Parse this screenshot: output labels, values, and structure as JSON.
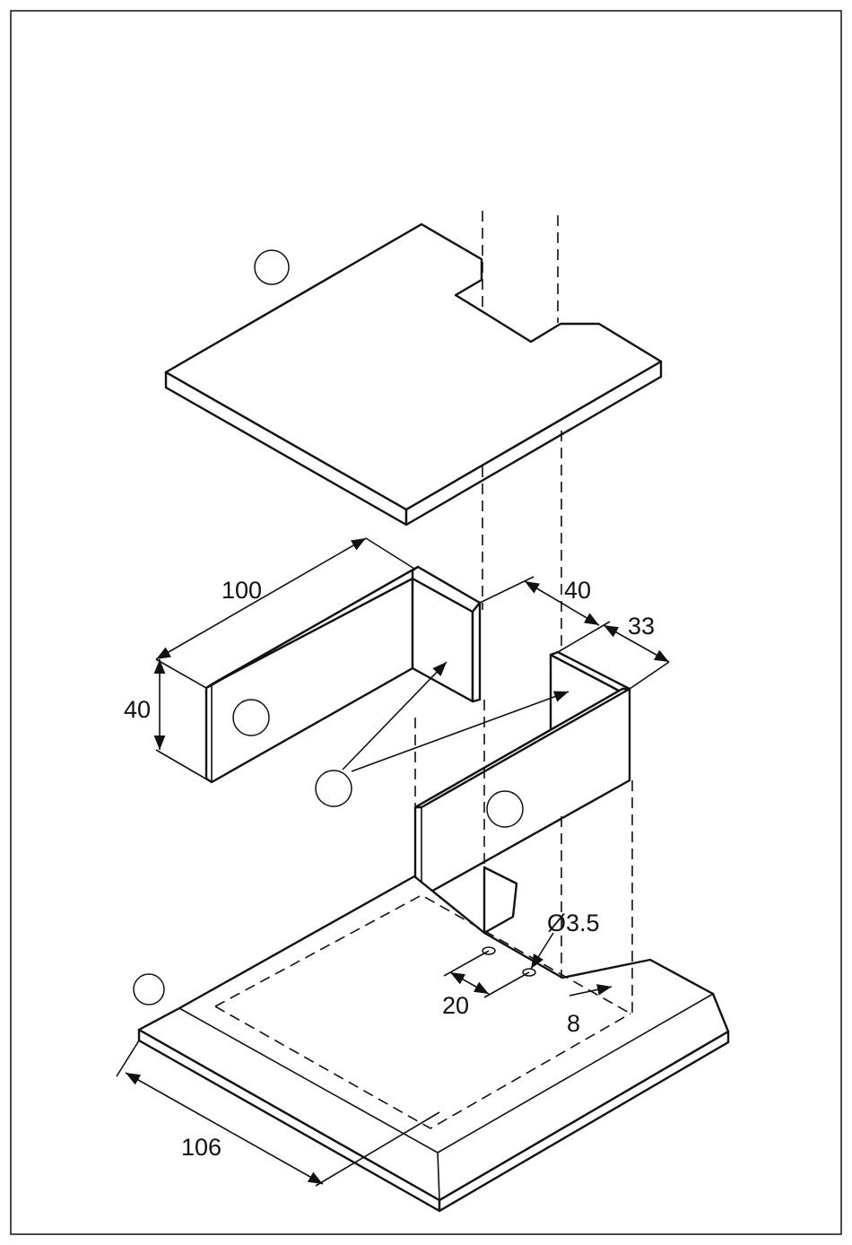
{
  "dimensions": {
    "width_100": "100",
    "height_40": "40",
    "depth_40": "40",
    "width_33": "33",
    "hole_diameter": "Ø3.5",
    "hole_offset_20": "20",
    "hole_offset_8": "8",
    "base_width_106": "106"
  }
}
